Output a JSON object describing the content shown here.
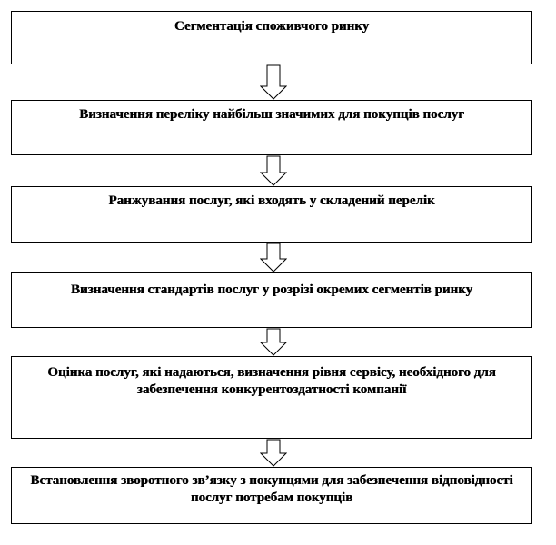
{
  "diagram": {
    "steps": [
      {
        "label": "Сегментація споживчого ринку"
      },
      {
        "label": "Визначення переліку найбільш значимих для покупців послуг"
      },
      {
        "label": "Ранжування послуг, які входять у складений перелік"
      },
      {
        "label": "Визначення стандартів послуг у розрізі окремих сегментів ринку"
      },
      {
        "label": "Оцінка послуг, які надаються, визначення рівня сервісу, необхідного для забезпечення конкурентоздатності компанії"
      },
      {
        "label": "Встановлення зворотного зв’язку з покупцями для забезпечення відповідності послуг потребам покупців"
      }
    ],
    "arrow_style": "hollow-down-arrow",
    "colors": {
      "line": "#000000",
      "background": "#ffffff"
    }
  }
}
